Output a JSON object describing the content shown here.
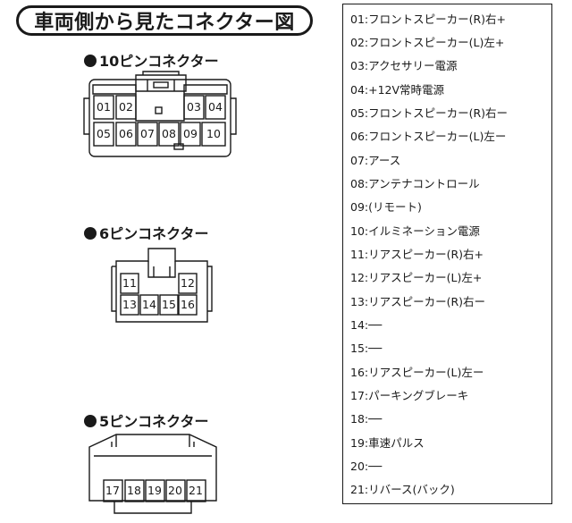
{
  "title": "車両側から見たコネクター図",
  "sections": {
    "ten_pin": {
      "label": "10ピンコネクター",
      "pins": [
        "01",
        "02",
        "03",
        "04",
        "05",
        "06",
        "07",
        "08",
        "09",
        "10"
      ]
    },
    "six_pin": {
      "label": "6ピンコネクター",
      "pins": [
        "11",
        "12",
        "13",
        "14",
        "15",
        "16"
      ]
    },
    "five_pin": {
      "label": "5ピンコネクター",
      "pins": [
        "17",
        "18",
        "19",
        "20",
        "21"
      ]
    }
  },
  "pin_list": [
    "01:フロントスピーカー(R)右+",
    "02:フロントスピーカー(L)左+",
    "03:アクセサリー電源",
    "04:+12V常時電源",
    "05:フロントスピーカー(R)右ー",
    "06:フロントスピーカー(L)左ー",
    "07:アース",
    "08:アンテナコントロール",
    "09:(リモート)",
    "10:イルミネーション電源",
    "11:リアスピーカー(R)右+",
    "12:リアスピーカー(L)左+",
    "13:リアスピーカー(R)右ー",
    "14:──",
    "15:──",
    "16:リアスピーカー(L)左ー",
    "17:パーキングブレーキ",
    "18:──",
    "19:車速パルス",
    "20:──",
    "21:リバース(バック)"
  ]
}
